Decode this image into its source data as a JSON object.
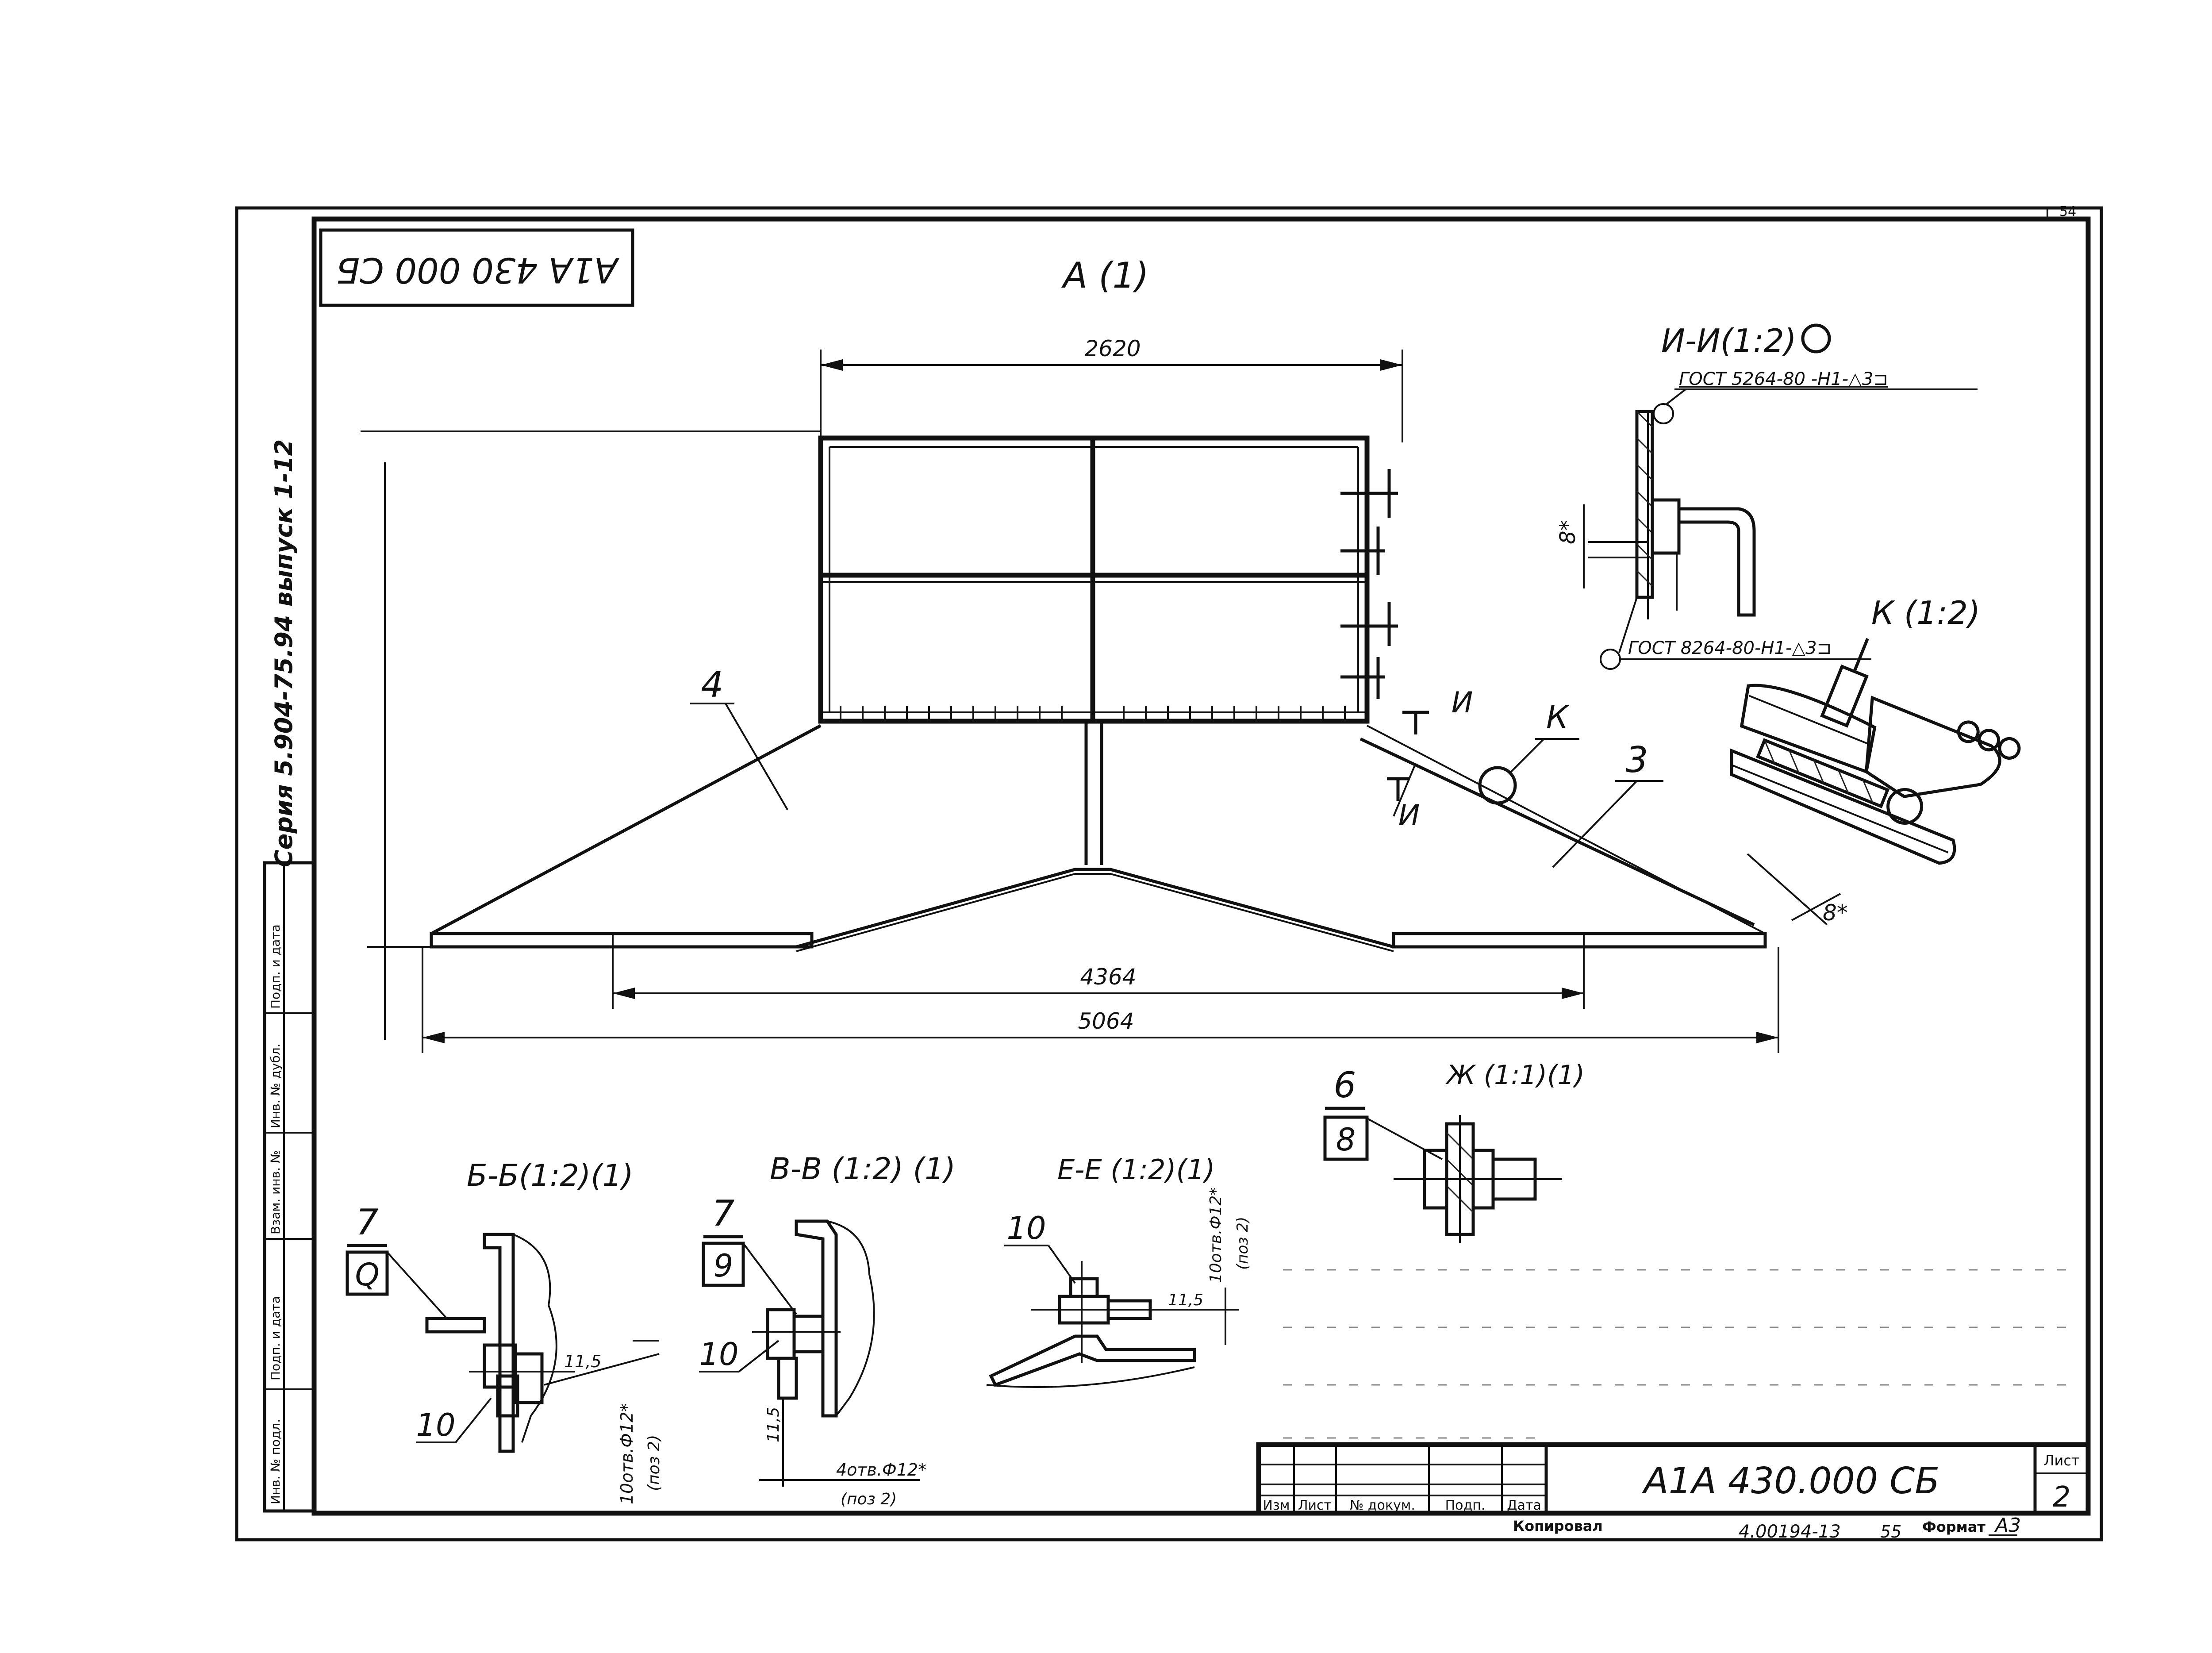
{
  "sheet": {
    "designation_rotated": "A1A 430 000 СБ",
    "series_rotated": "Серия 5.904-75.94 выпуск 1-12",
    "sheet_corner": "54"
  },
  "views": {
    "main_view": "А (1)",
    "section_ii": "И-И(1:2)",
    "detail_k": "К (1:2)",
    "section_bb": "Б-Б(1:2)(1)",
    "section_vv": "В-В (1:2) (1)",
    "section_ee": "Е-Е (1:2)(1)",
    "detail_zh": "Ж (1:1)(1)"
  },
  "dimensions": {
    "top_width": "2620",
    "inner_width": "4364",
    "overall_width": "5064",
    "gap_ii": "8*",
    "gap_k": "8*"
  },
  "callouts": {
    "part_4": "4",
    "part_3": "3",
    "mark_k": "К",
    "mark_i_top": "И",
    "mark_i_bottom": "И",
    "zh_top": "6",
    "zh_bottom": "8",
    "bb_top": "7",
    "bb_box": "Q",
    "bb_bottom": "10",
    "vv_top": "7",
    "vv_box": "9",
    "vv_bottom": "10",
    "ee_top": "10"
  },
  "notes": {
    "weld_top": "ГОСТ 5264-80 -Н1-△3⊐",
    "weld_bottom": "ГОСТ 8264-80-Н1-△3⊐",
    "bb_holes": "10отв.Ф12*",
    "bb_pos": "(поз 2)",
    "bb_dim": "11,5",
    "vv_holes": "4отв.Ф12*",
    "vv_pos": "(поз 2)",
    "vv_dim": "11,5",
    "ee_holes": "10отв.Ф12*",
    "ee_pos": "(поз 2)",
    "ee_dim": "11,5"
  },
  "side_stamp": {
    "fields": [
      "Инв. № подл.",
      "Подп. и дата",
      "Взам. инв. №",
      "Инв. № дубл.",
      "Подп. и дата"
    ]
  },
  "title_block": {
    "col_izm": "Изм",
    "col_list": "Лист",
    "col_doc": "№ докум.",
    "col_podp": "Подп.",
    "col_date": "Дата",
    "designation": "А1А 430.000 СБ",
    "sheet_label": "Лист",
    "sheet_number": "2",
    "copied": "Копировал",
    "inventory": "4.00194-13",
    "page": "55",
    "format_label": "Формат",
    "format_value": "А3"
  }
}
